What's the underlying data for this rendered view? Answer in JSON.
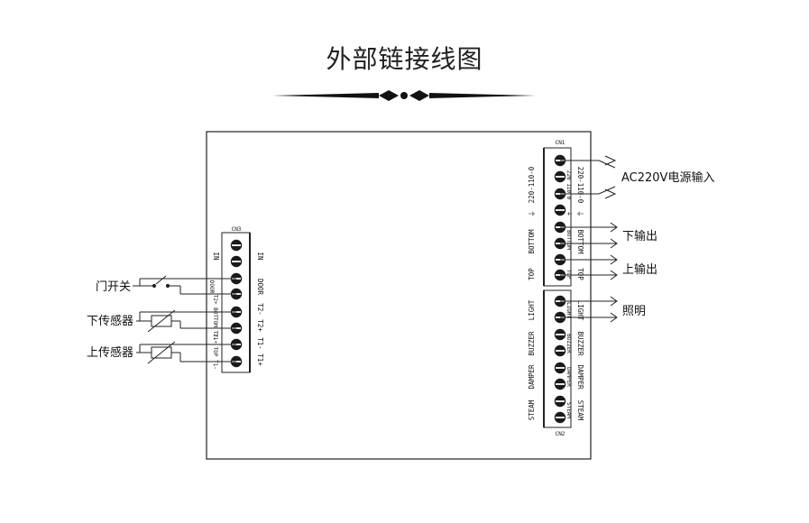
{
  "title": "外部链接线图",
  "left_connector": {
    "id": "CN3",
    "pin_labels_outer": [
      "IN",
      "DOOR",
      "T2- T2+",
      "T1- T1+"
    ],
    "pin_labels_inner": [
      "IN",
      "DOOR",
      "T2+ BOTTOM T2-",
      "T1+ TOP T1-"
    ],
    "external_labels": [
      "门开关",
      "下传感器",
      "上传感器"
    ]
  },
  "right_top_connector": {
    "id": "CN1",
    "pin_labels_left": [
      "220-110-0",
      "⏚",
      "BOTTOM",
      "TOP"
    ],
    "pin_labels_inner": [
      "220 110 0",
      "⏚",
      "BOTTOM",
      "TOP"
    ],
    "pin_labels_right": [
      "220-110-0",
      "⏚",
      "BOTTOM",
      "TOP"
    ],
    "external_labels": [
      "AC220V电源输入",
      "下输出",
      "上输出"
    ]
  },
  "right_bottom_connector": {
    "id": "CN2",
    "pin_labels_left": [
      "LIGHT",
      "BUZZER",
      "DAMPER",
      "STEAM"
    ],
    "pin_labels_inner": [
      "LIGHT",
      "BUZZER",
      "DAMPER",
      "STEAM"
    ],
    "pin_labels_right": [
      "LIGHT",
      "BUZZER",
      "DAMPER",
      "STEAM"
    ],
    "external_labels": [
      "照明"
    ]
  }
}
